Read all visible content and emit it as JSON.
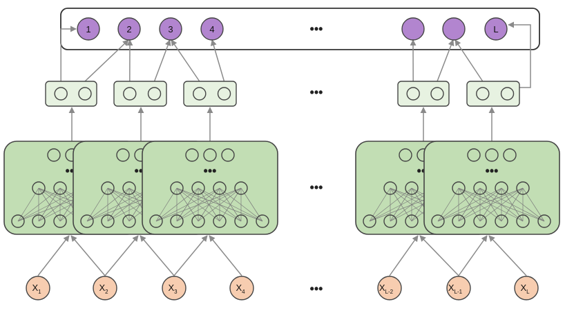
{
  "output_labels": [
    "1",
    "2",
    "3",
    "4",
    "",
    "",
    "L"
  ],
  "inputs": [
    {
      "base": "X",
      "sub": "1"
    },
    {
      "base": "X",
      "sub": "2"
    },
    {
      "base": "X",
      "sub": "3"
    },
    {
      "base": "X",
      "sub": "4"
    },
    {
      "base": "X",
      "sub": "L-2"
    },
    {
      "base": "X",
      "sub": "L-1"
    },
    {
      "base": "X",
      "sub": "L"
    }
  ],
  "ellipsis": "•••",
  "colors": {
    "output_node": "#b285cf",
    "input_node": "#f7cdb0",
    "network_fill": "#c2deb4",
    "pair_fill": "#e7f2e1",
    "stroke": "#444444",
    "edge": "#8a8a8a"
  }
}
